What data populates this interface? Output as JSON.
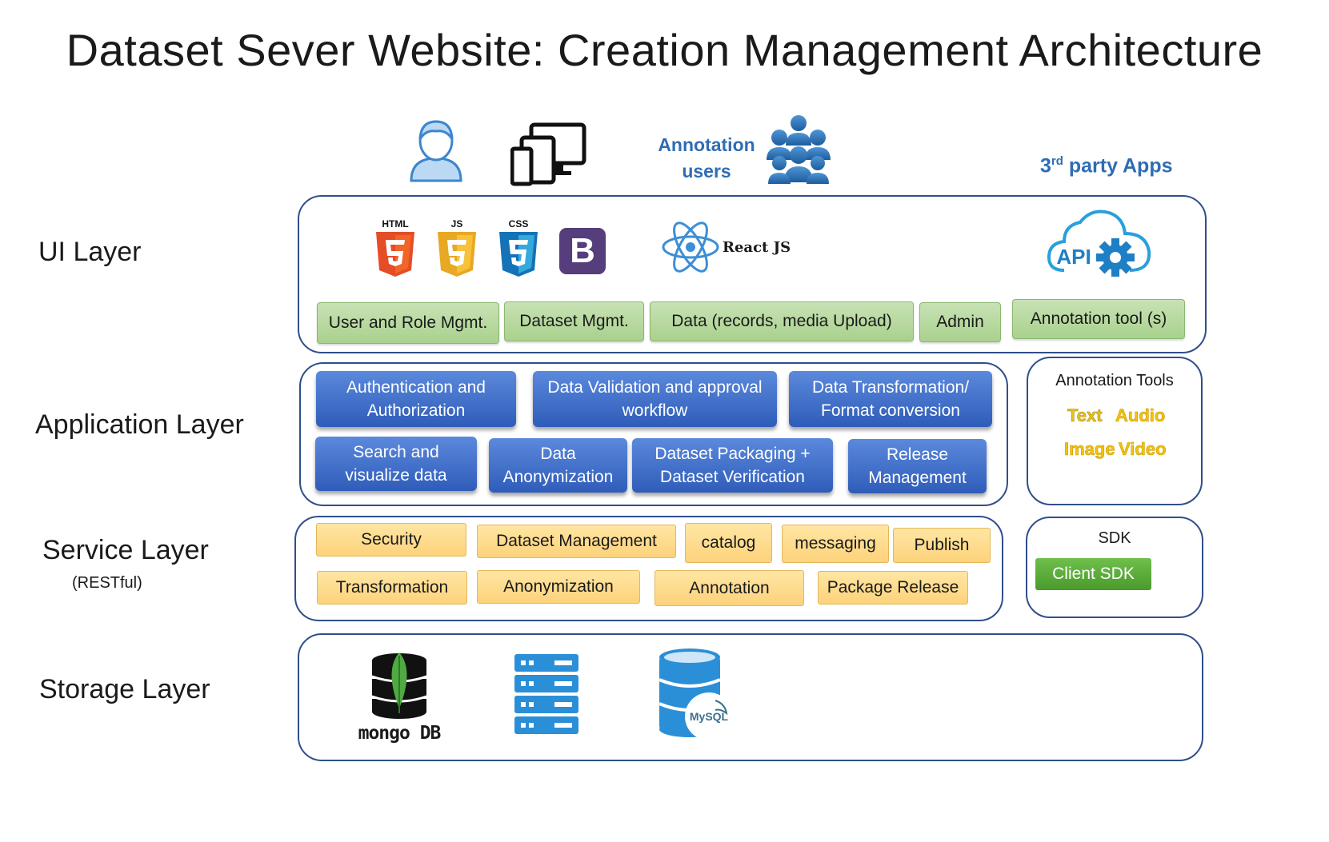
{
  "title": "Dataset Sever Website:  Creation Management Architecture",
  "top": {
    "annotation_users": "Annotation\nusers",
    "third_party_sup": "rd",
    "third_party_pre": "3",
    "third_party_post": " party Apps"
  },
  "layers": {
    "ui": "UI Layer",
    "application": "Application Layer",
    "service": "Service Layer",
    "service_sub": "(RESTful)",
    "storage": "Storage Layer"
  },
  "ui_layer": {
    "badges": {
      "html": "HTML",
      "js": "JS",
      "css": "CSS",
      "bootstrap": "B"
    },
    "react": "React JS",
    "api": "API",
    "buttons": [
      "User and Role Mgmt.",
      "Dataset  Mgmt.",
      "Data (records, media Upload)",
      "Admin",
      "Annotation tool (s)"
    ]
  },
  "application_layer": {
    "buttons": [
      "Authentication and\nAuthorization",
      "Data Validation and approval\nworkflow",
      "Data Transformation/\nFormat conversion",
      "Search and\nvisualize data",
      "Data\nAnonymization",
      "Dataset Packaging +\nDataset Verification",
      "Release\nManagement"
    ]
  },
  "annotation_tools": {
    "title": "Annotation Tools",
    "items": [
      "Text",
      "Audio",
      "Image",
      "Video"
    ]
  },
  "service_layer": {
    "buttons": [
      "Security",
      "Dataset Management",
      "catalog",
      "messaging",
      "Publish",
      "Transformation",
      "Anonymization",
      "Annotation",
      "Package Release"
    ]
  },
  "sdk": {
    "title": "SDK",
    "client": "Client SDK"
  },
  "storage_layer": {
    "mongo": "mongo DB",
    "mysql": "MySQL"
  }
}
